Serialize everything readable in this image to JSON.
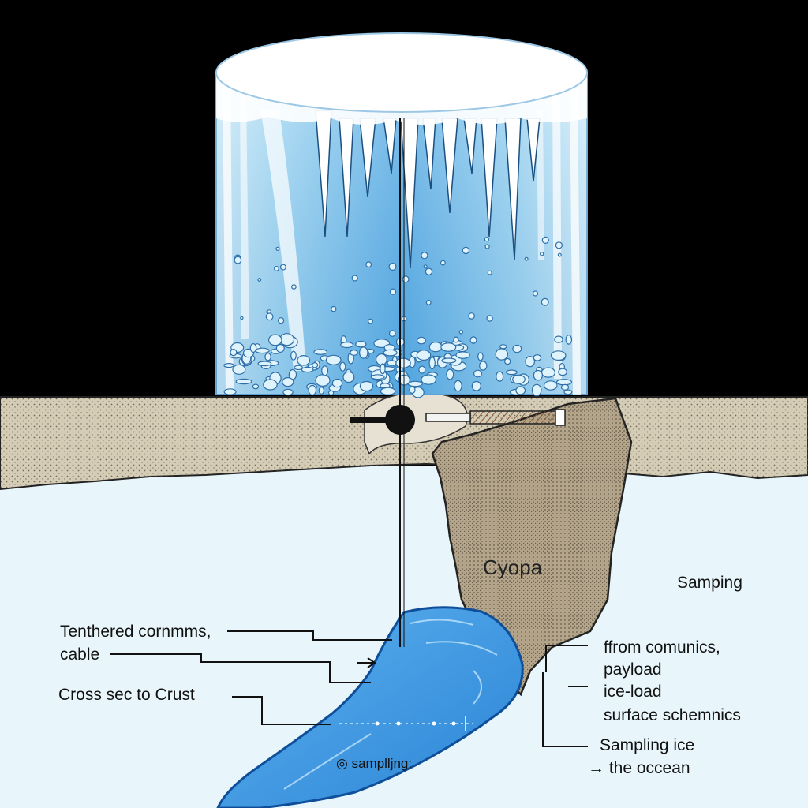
{
  "labels": {
    "tethered_line1": "Tenthered cornmms,",
    "tethered_line2": "cable",
    "cross_section": "Cross sec to Crust",
    "cryo": "Cyopa",
    "sampling_top": "Samping",
    "right_line1": "ffrom  comunics,",
    "right_line2": "payload",
    "right_line3": "ice-load",
    "right_line4": "surface schemnics",
    "sampling_ice": "Sampling ice",
    "ocean": "the occean",
    "sampling_bottom": "samplljng:"
  },
  "glyphs": {
    "ocean_arrow": "→",
    "target_symbol": "◎"
  },
  "colors": {
    "space": "#000000",
    "ice_light": "#d9f1fb",
    "ice_mid": "#8fcdf0",
    "ice_deep": "#3f97dc",
    "crust": "#d5ccb6",
    "cryobot": "#b5a68b",
    "ocean": "#e8f6fb",
    "conduit": "#3d97e0",
    "outline": "#111111"
  }
}
